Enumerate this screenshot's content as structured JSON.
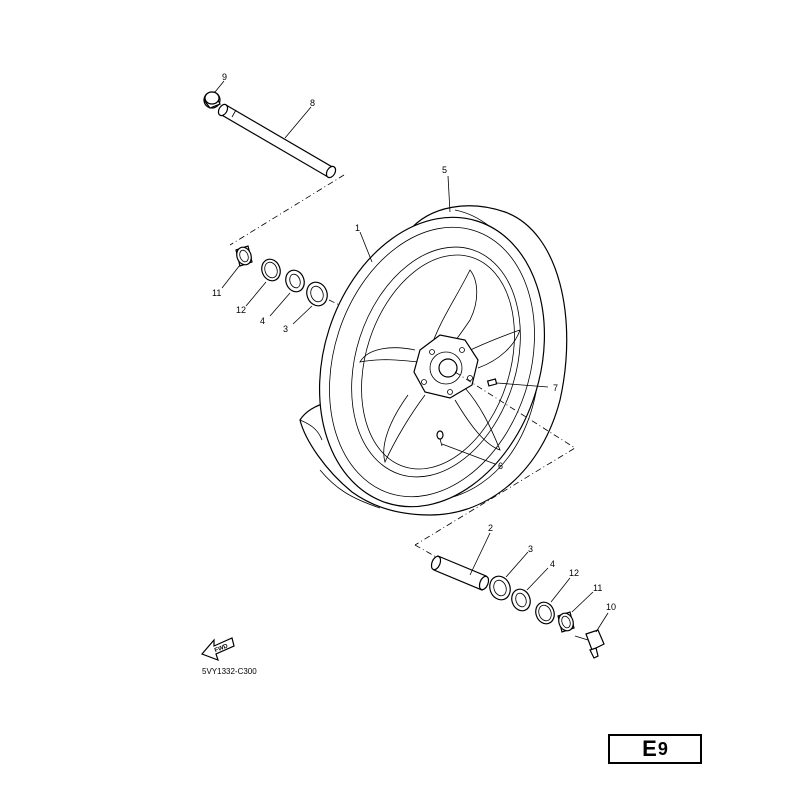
{
  "callouts": {
    "c1": "1",
    "c2": "2",
    "c3a": "3",
    "c3b": "3",
    "c4a": "4",
    "c4b": "4",
    "c5": "5",
    "c6": "6",
    "c7": "7",
    "c8": "8",
    "c9": "9",
    "c10": "10",
    "c11a": "11",
    "c11b": "11",
    "c12a": "12",
    "c12b": "12"
  },
  "fwd_label": "FWD",
  "drawing_code": "5VY1332-C300",
  "page_ref": {
    "letter": "E",
    "number": "9"
  }
}
